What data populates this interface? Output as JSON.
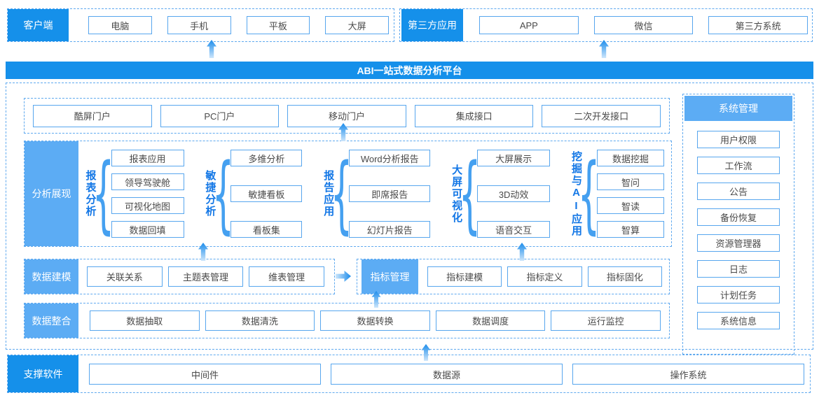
{
  "colors": {
    "primary": "#1590ea",
    "light": "#5cacf4",
    "box_border": "#57a6ee",
    "dashed_border": "#5fa9ef",
    "label_text": "#1377e6"
  },
  "top": {
    "client": {
      "label": "客户端",
      "items": [
        "电脑",
        "手机",
        "平板",
        "大屏"
      ]
    },
    "third": {
      "label": "第三方应用",
      "items": [
        "APP",
        "微信",
        "第三方系统"
      ]
    }
  },
  "banner": {
    "title": "ABI一站式数据分析平台"
  },
  "portal": {
    "items": [
      "酷屏门户",
      "PC门户",
      "移动门户",
      "集成接口",
      "二次开发接口"
    ]
  },
  "analysis": {
    "label": "分析展现",
    "groups": [
      {
        "label": "报表分析",
        "items": [
          "报表应用",
          "领导驾驶舱",
          "可视化地图",
          "数据回填"
        ]
      },
      {
        "label": "敏捷分析",
        "items": [
          "多维分析",
          "敏捷看板",
          "看板集"
        ]
      },
      {
        "label": "报告应用",
        "items": [
          "Word分析报告",
          "即席报告",
          "幻灯片报告"
        ]
      },
      {
        "label": "大屏可视化",
        "items": [
          "大屏展示",
          "3D动效",
          "语音交互"
        ]
      },
      {
        "label": "挖掘与AI应用",
        "items": [
          "数据挖掘",
          "智问",
          "智读",
          "智算"
        ]
      }
    ]
  },
  "modeling": {
    "label": "数据建模",
    "left_items": [
      "关联关系",
      "主题表管理",
      "维表管理"
    ],
    "indicator": {
      "label": "指标管理",
      "items": [
        "指标建模",
        "指标定义",
        "指标固化"
      ]
    }
  },
  "integration": {
    "label": "数据整合",
    "items": [
      "数据抽取",
      "数据清洗",
      "数据转换",
      "数据调度",
      "运行监控"
    ]
  },
  "system": {
    "label": "系统管理",
    "items": [
      "用户权限",
      "工作流",
      "公告",
      "备份恢复",
      "资源管理器",
      "日志",
      "计划任务",
      "系统信息"
    ]
  },
  "support": {
    "label": "支撑软件",
    "items": [
      "中间件",
      "数据源",
      "操作系统"
    ]
  }
}
